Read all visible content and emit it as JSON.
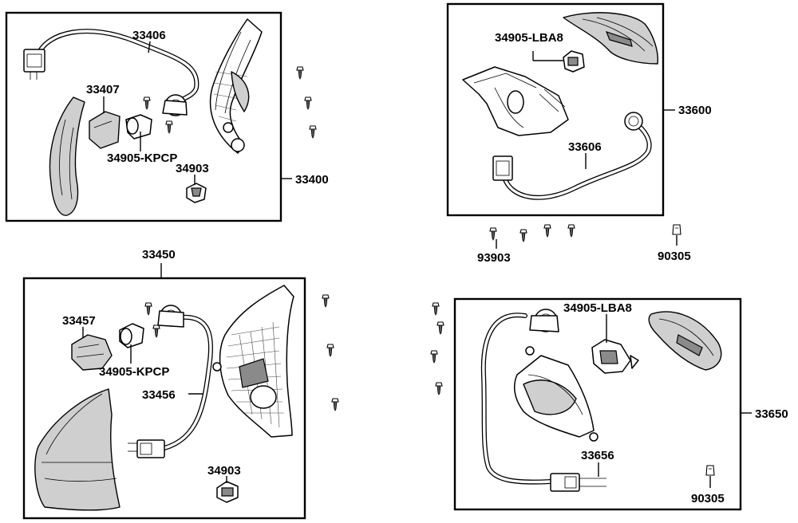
{
  "labels": {
    "p33406": "33406",
    "p33407": "33407",
    "p34905_kpcp_a": "34905-KPCP",
    "p34903_a": "34903",
    "p33400": "33400",
    "p34905_lba8_a": "34905-LBA8",
    "p33600": "33600",
    "p33606": "33606",
    "p93903": "93903",
    "p90305_a": "90305",
    "p33450": "33450",
    "p33457": "33457",
    "p34905_kpcp_b": "34905-KPCP",
    "p33456": "33456",
    "p34903_b": "34903",
    "p34905_lba8_b": "34905-LBA8",
    "p33650": "33650",
    "p33656": "33656",
    "p90305_b": "90305"
  }
}
